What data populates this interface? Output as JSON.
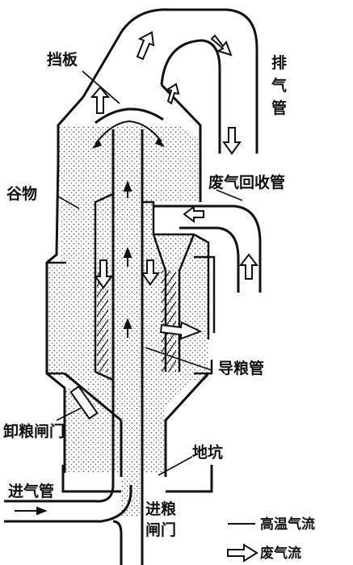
{
  "labels": {
    "baffle": "挡板",
    "exhaust": [
      "排",
      "气",
      "管"
    ],
    "grain": "谷物",
    "waste_return": "废气回收管",
    "guide_pipe": "导粮管",
    "unload_gate": "卸粮闸门",
    "pit": "地坑",
    "inlet_pipe": "进气管",
    "feed_gate": [
      "进粮",
      "闸门"
    ]
  },
  "legend": {
    "hot_gas": "高温气流",
    "waste_gas": "废气流"
  }
}
